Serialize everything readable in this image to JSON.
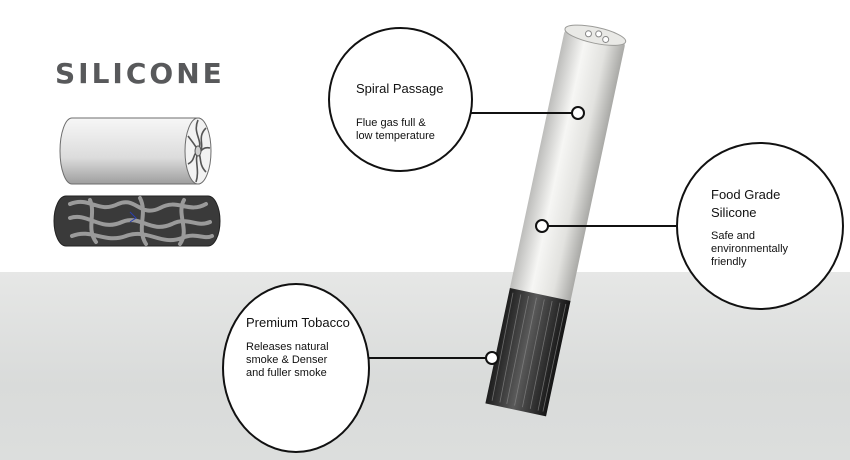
{
  "heading": "SILICONE",
  "callouts": {
    "spiral": {
      "title": "Spiral Passage",
      "desc_line1": "Flue gas full &",
      "desc_line2": "low temperature"
    },
    "silicone": {
      "title_line1": "Food Grade",
      "title_line2": "Silicone",
      "desc_line1": "Safe and",
      "desc_line2": "environmentally",
      "desc_line3": "friendly"
    },
    "tobacco": {
      "title": "Premium Tobacco",
      "desc_line1": "Releases natural",
      "desc_line2": "smoke & Denser",
      "desc_line3": "and fuller smoke"
    }
  },
  "colors": {
    "heading": "#58595b",
    "outline": "#111111",
    "tobacco": "#2a2a2a",
    "floor": "#dedfde"
  }
}
